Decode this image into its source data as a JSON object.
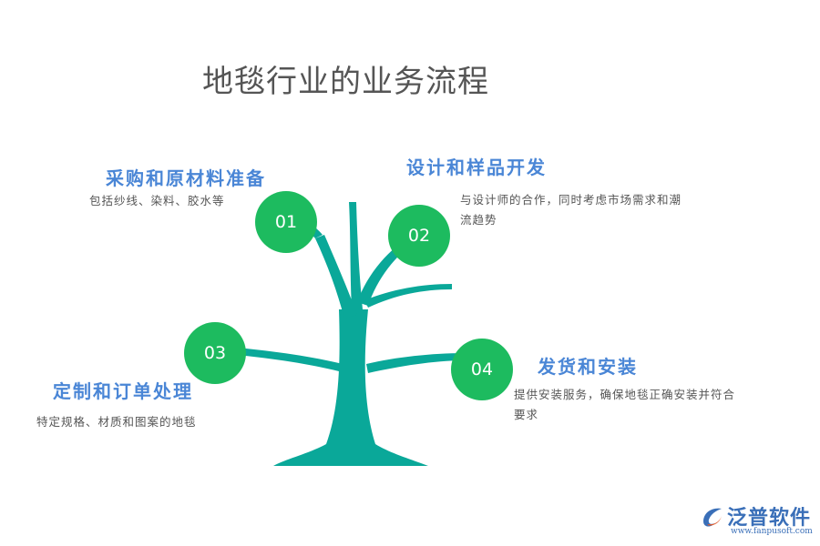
{
  "title": "地毯行业的业务流程",
  "colors": {
    "tree": "#0aa899",
    "node": "#1dbb5f",
    "heading": "#4a86d6",
    "text": "#555555"
  },
  "steps": [
    {
      "number": "01",
      "heading": "采购和原材料准备",
      "desc": [
        "包括纱线、染料、胶水等"
      ]
    },
    {
      "number": "02",
      "heading": "设计和样品开发",
      "desc": [
        "与设计师的合作，同时考虑市场需求和潮",
        "流趋势"
      ]
    },
    {
      "number": "03",
      "heading": "定制和订单处理",
      "desc": [
        "特定规格、材质和图案的地毯"
      ]
    },
    {
      "number": "04",
      "heading": "发货和安装",
      "desc": [
        "提供安装服务，确保地毯正确安装并符合",
        "要求"
      ]
    }
  ],
  "logo": {
    "name": "泛普软件",
    "url": "www.fanpusoft.com"
  }
}
